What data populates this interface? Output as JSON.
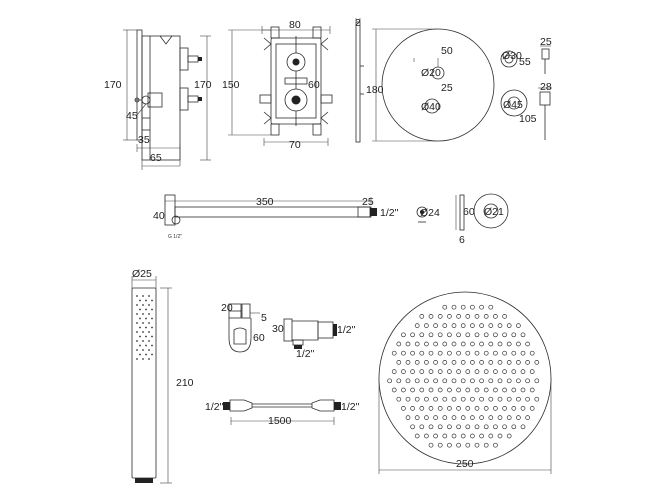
{
  "valve_side": {
    "height": "170",
    "right_height": "170",
    "depth": "65",
    "dim_45": "45",
    "dim_35": "35"
  },
  "valve_front": {
    "width": "80",
    "height": "150",
    "bottom_width": "70",
    "dim_60": "60"
  },
  "plate_side": {
    "thickness": "2"
  },
  "plate_front": {
    "diameter": "180",
    "dim_50": "50",
    "knob_small": "Ø20",
    "dim_25": "25",
    "knob_large": "Ø40"
  },
  "knob_small_detail": {
    "diameter": "Ø30",
    "depth": "25",
    "length": "55"
  },
  "knob_large_detail": {
    "diameter": "Ø45",
    "depth": "28",
    "length": "105"
  },
  "shower_arm": {
    "length": "350",
    "height": "40",
    "end": "25",
    "thread": "1/2\"",
    "small_thread": "G 1/2\""
  },
  "arm_flange": {
    "diameter": "Ø24"
  },
  "ceiling_flange": {
    "height": "60",
    "thickness": "6",
    "diameter": "Ø21"
  },
  "hand_shower": {
    "diameter": "Ø25",
    "length": "210"
  },
  "holder": {
    "dim_20": "20",
    "dim_5": "5",
    "dim_60": "60"
  },
  "wall_outlet": {
    "dim_30": "30",
    "thread_right": "1/2\"",
    "thread_bottom": "1/2\""
  },
  "hose": {
    "length": "1500",
    "thread_left": "1/2\"",
    "thread_right": "1/2\""
  },
  "head": {
    "diameter": "250"
  }
}
